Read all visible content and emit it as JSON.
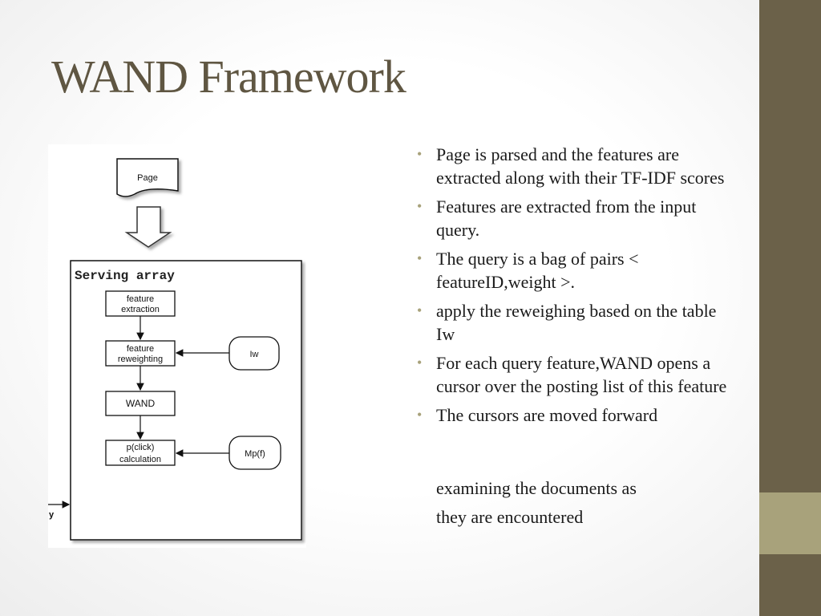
{
  "slide": {
    "title": "WAND Framework",
    "bullets": [
      "Page is parsed and the features are extracted along with their TF-IDF scores",
      "Features are extracted from the input query.",
      "The query is a bag of pairs < featureID,weight >.",
      "apply the reweighing based on the table Iw",
      "For each query feature,WAND opens a cursor over the posting list of this feature",
      "The cursors are moved forward"
    ],
    "continuation_lines": [
      "examining the documents as",
      "they are encountered"
    ]
  },
  "diagram": {
    "page_label": "Page",
    "container_label": "Serving array",
    "boxes": [
      {
        "line1": "feature",
        "line2": "extraction"
      },
      {
        "line1": "feature",
        "line2": "reweighting"
      },
      {
        "line1": "WAND",
        "line2": ""
      },
      {
        "line1": "p(click)",
        "line2": "calculation"
      }
    ],
    "side_inputs": [
      {
        "label": "Iw"
      },
      {
        "label": "Mp(f)"
      }
    ],
    "left_edge_label": "y"
  },
  "colors": {
    "title": "#5f5642",
    "sidebar": "#6b6149",
    "sidebar_accent": "#a8a27b",
    "bullet": "#a8a27b"
  }
}
